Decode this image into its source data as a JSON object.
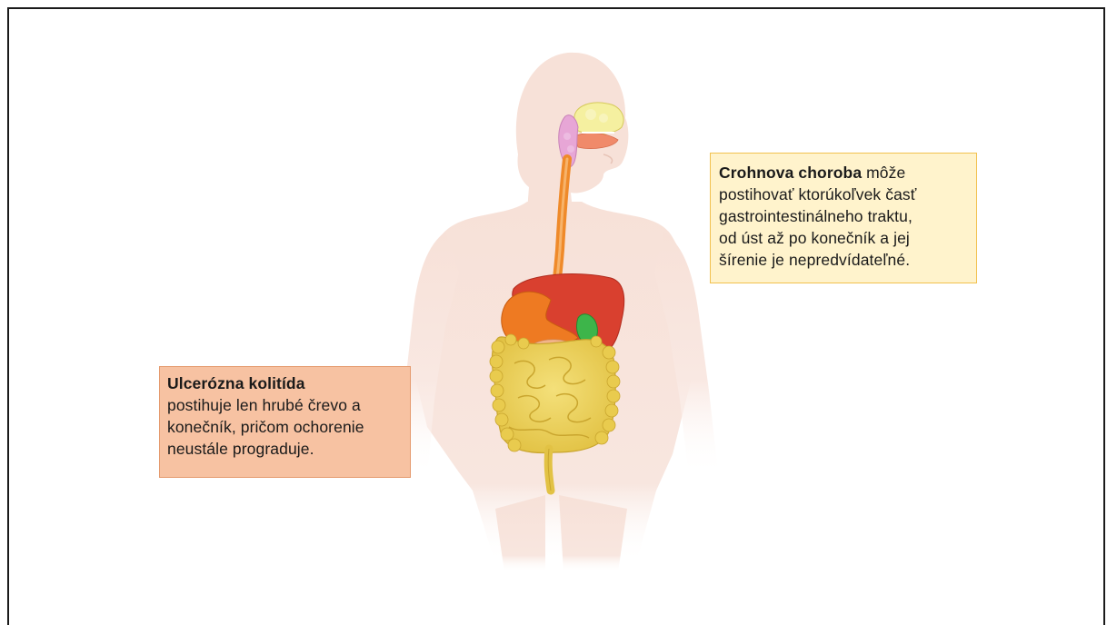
{
  "callouts": {
    "crohn": {
      "title": "Crohnova choroba",
      "text_first": " môže",
      "lines": [
        "postihovať ktorúkoľvek časť",
        "gastrointestinálneho traktu,",
        "od úst až po konečník a jej",
        "šírenie je nepredvídateľné."
      ]
    },
    "colitis": {
      "title": "Ulcerózna kolitída",
      "lines": [
        "postihuje len hrubé črevo a",
        "konečník, pričom ochorenie",
        "neustále prograduje."
      ]
    }
  },
  "colors": {
    "body_silhouette": "#f7e1d8",
    "esophagus": "#ef8a2a",
    "stomach": "#ee7a22",
    "liver": "#d9402f",
    "gallbladder": "#3db54a",
    "small_intestine": "#eed25a",
    "nasal_cavity": "#f5f0a0",
    "tongue": "#f08a6a",
    "pharynx": "#e7a6d6",
    "crohn_box_bg": "#fff3cc",
    "crohn_box_border": "#f2c14e",
    "uc_box_bg": "#f7c2a2",
    "uc_box_border": "#e59a6e"
  }
}
